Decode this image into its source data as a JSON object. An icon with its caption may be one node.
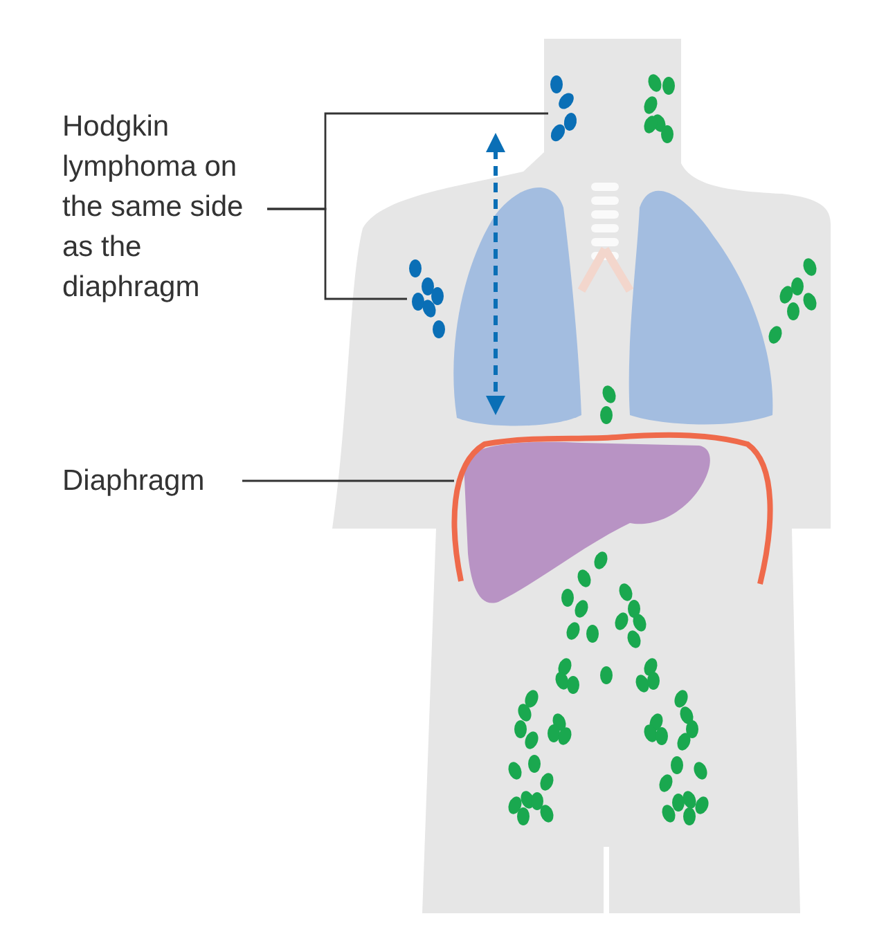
{
  "diagram": {
    "nodes": [
      {
        "text": [
          "Hodgkin lymphoma on the same side as the diaphragm"
        ]
      },
      {
        "text": [],
        "shape": "picture"
      },
      {
        "text": [],
        "shape": "picture"
      },
      {
        "text": [
          "Diaphragm"
        ]
      },
      {
        "text": [],
        "shape": "picture"
      }
    ],
    "edges": [
      {
        "from": 0,
        "to": 1,
        "arrow": "none"
      },
      {
        "from": 0,
        "to": 2,
        "arrow": "none"
      },
      {
        "from": 3,
        "to": 4,
        "arrow": "none"
      }
    ]
  }
}
